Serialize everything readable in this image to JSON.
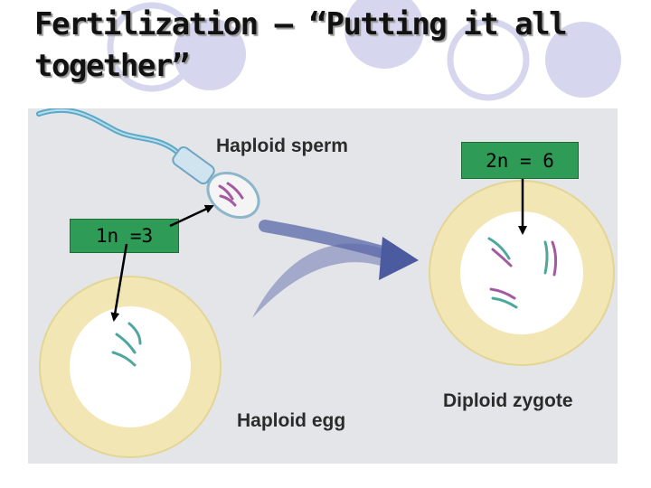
{
  "slide": {
    "title": "Fertilization – “Putting it all together”"
  },
  "figure": {
    "labels": {
      "sperm": "Haploid sperm",
      "egg": "Haploid egg",
      "zygote": "Diploid zygote"
    }
  },
  "callouts": {
    "sperm_count": "1n =3",
    "zygote_count": "2n = 6"
  },
  "colors": {
    "callout_fill": "#2e9b56",
    "panel_bg": "#e4e5e9",
    "egg_ring": "#f2e7b4",
    "chromatid_teal": "#4da79f",
    "chromatid_purple": "#a45aa3",
    "decor_circles": "#d6d6ef"
  },
  "icons": [
    "sperm-icon",
    "egg-cell-icon",
    "zygote-cell-icon",
    "fertilization-arrow-icon"
  ]
}
